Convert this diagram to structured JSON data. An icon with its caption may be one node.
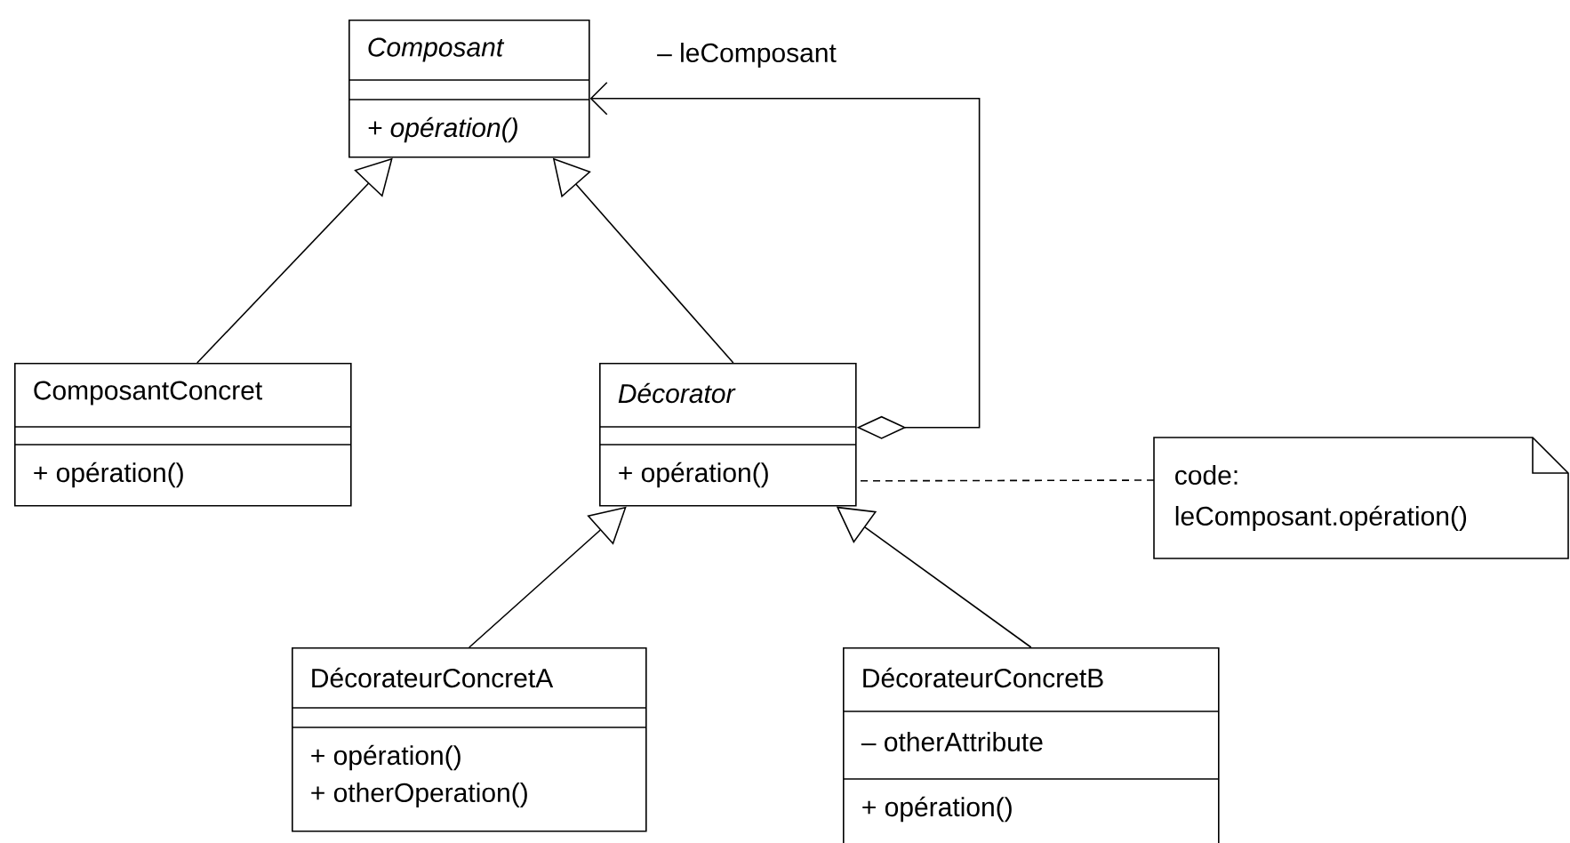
{
  "diagram": {
    "nodes": [
      {
        "text": [
          "Composant",
          "+ opération()"
        ]
      },
      {
        "text": [
          "ComposantConcret",
          "+ opération()"
        ]
      },
      {
        "text": [
          "Décorator",
          "+ opération()"
        ]
      },
      {
        "text": [
          "code: leComposant.opération()"
        ]
      },
      {
        "text": [
          "DécorateurConcretA",
          "+ opération()",
          "+ otherOperation()"
        ]
      },
      {
        "text": [
          "DécorateurConcretB",
          "– otherAttribute",
          "+ opération()"
        ]
      }
    ],
    "edges": [
      {
        "from": 1,
        "to": 0,
        "arrow": "to"
      },
      {
        "from": 2,
        "to": 0,
        "arrow": "to"
      },
      {
        "from": 2,
        "to": 0,
        "arrow": "to",
        "label": "– leComposant"
      },
      {
        "from": 3,
        "to": 2,
        "arrow": "none",
        "style": "dashed"
      },
      {
        "from": 4,
        "to": 2,
        "arrow": "to"
      },
      {
        "from": 5,
        "to": 2,
        "arrow": "to"
      }
    ]
  }
}
